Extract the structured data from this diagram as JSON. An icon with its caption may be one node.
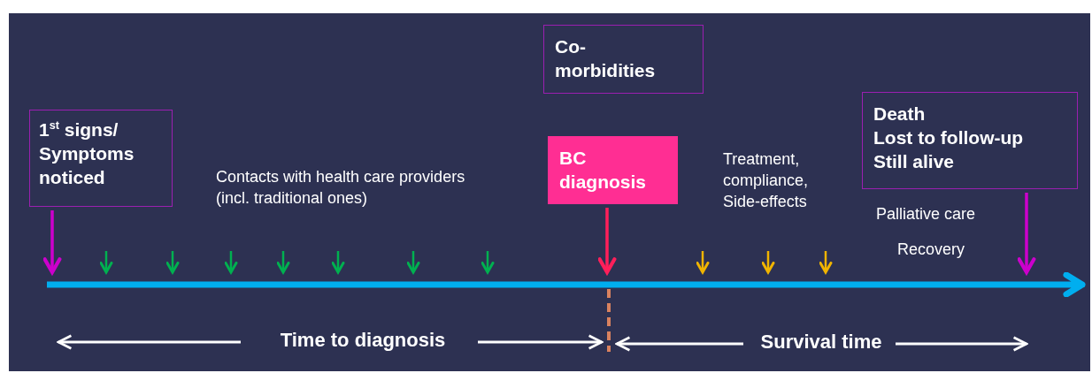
{
  "diagram": {
    "nodes": [
      {
        "text": [
          "1$^{st}$ signs/ Symptoms noticed"
        ]
      },
      {
        "text": [
          "Co- morbidities"
        ]
      },
      {
        "text": [
          "BC diagnosis"
        ]
      },
      {
        "text": [
          "Death",
          "Lost to follow-up",
          "Still alive"
        ]
      },
      {
        "text": [],
        "shape": "bar"
      }
    ],
    "edges": [
      {
        "from": 0,
        "to": 4,
        "arrow": "to",
        "color": "#cc00cc"
      },
      {
        "from": null,
        "to": 4,
        "arrow": "to"
      },
      {
        "from": null,
        "to": 4,
        "arrow": "to"
      },
      {
        "from": null,
        "to": 4,
        "arrow": "to"
      },
      {
        "from": null,
        "to": 4,
        "arrow": "to"
      },
      {
        "from": null,
        "to": 4,
        "arrow": "to"
      },
      {
        "from": null,
        "to": 4,
        "arrow": "to"
      },
      {
        "from": null,
        "to": 4,
        "arrow": "to"
      },
      {
        "from": 2,
        "to": 4,
        "arrow": "to",
        "color": "#ff1f5a"
      },
      {
        "from": null,
        "to": 4,
        "arrow": "to",
        "color": "#f0b400"
      },
      {
        "from": null,
        "to": 4,
        "arrow": "to",
        "color": "#f0b400"
      },
      {
        "from": null,
        "to": 4,
        "arrow": "to",
        "color": "#f0b400"
      },
      {
        "from": 3,
        "to": 4,
        "arrow": "to",
        "color": "#cc00cc"
      }
    ],
    "labels": [
      "Contacts with health care providers (incl. traditional ones)",
      "Treatment, compliance, Side-effects",
      "Palliative care",
      "Recovery",
      "Time to diagnosis",
      "Survival time"
    ]
  }
}
